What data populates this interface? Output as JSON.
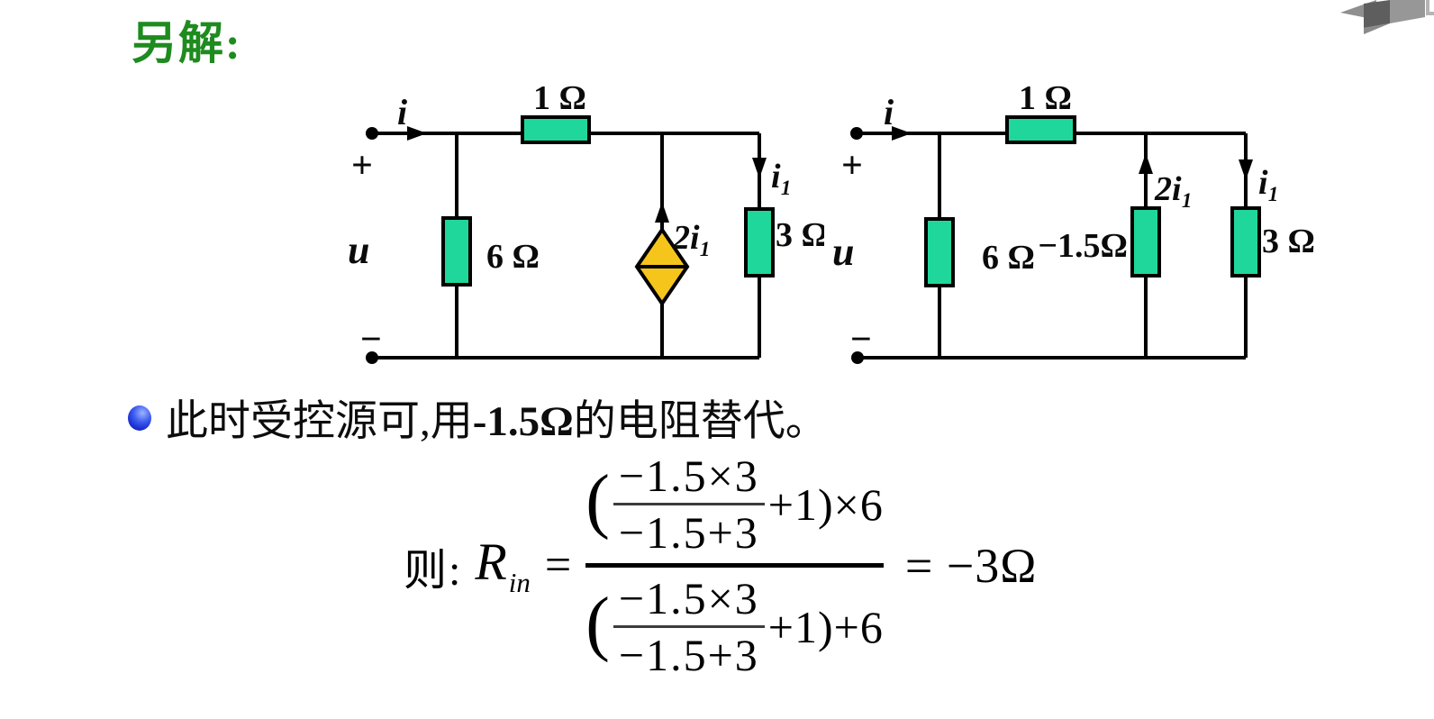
{
  "title": "另解:",
  "circuit_left": {
    "input_current": "i",
    "plus": "+",
    "voltage": "u",
    "minus": "−",
    "series_resistor": "1 Ω",
    "shunt_resistor": "6 Ω",
    "controlled_source": "2i₁",
    "branch_current": "i₁",
    "load_resistor": "3 Ω"
  },
  "circuit_right": {
    "input_current": "i",
    "plus": "+",
    "voltage": "u",
    "minus": "−",
    "series_resistor": "1 Ω",
    "shunt_resistor": "6 Ω",
    "equivalent_resistor": "−1.5Ω",
    "source_current": "2i₁",
    "branch_current": "i₁",
    "load_resistor": "3 Ω"
  },
  "note": {
    "part1": "此时受控源可,用",
    "part2": "-1.5Ω",
    "part3": "的电阻替代。"
  },
  "formula": {
    "prefix": "则:",
    "r_symbol": "R",
    "r_subscript": "in",
    "equals": "=",
    "open_paren": "(",
    "inner_numerator": "−1.5×3",
    "inner_denominator": "−1.5+3",
    "numerator_tail": "+1)×6",
    "denominator_tail": "+1)+6",
    "result": "= −3Ω"
  },
  "icons": {
    "bullet": "sphere-bullet-icon",
    "corner_logo": "gray-3d-cube-logo"
  },
  "colors": {
    "title_green": "#1e8b1f",
    "resistor_fill": "#1fd79b",
    "source_fill": "#f6c51b",
    "bullet_blue": "#2c52e0",
    "wire": "#000000"
  }
}
